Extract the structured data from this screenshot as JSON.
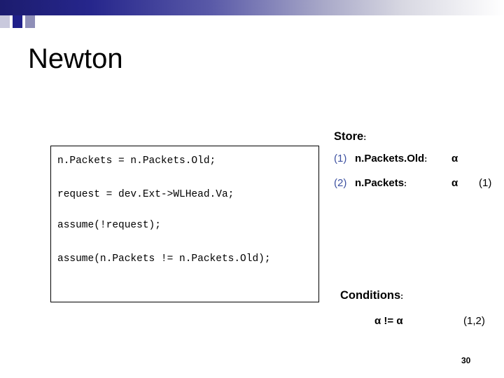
{
  "slide": {
    "title": "Newton",
    "page_number": "30"
  },
  "code_box": {
    "lines": [
      "n.Packets = n.Packets.Old;",
      "request = dev.Ext->WLHead.Va;",
      "assume(!request);",
      "assume(n.Packets != n.Packets.Old);"
    ]
  },
  "store": {
    "heading": "Store",
    "heading_colon": ":",
    "rows": [
      {
        "index": "(1)",
        "name": "n.Packets.Old",
        "name_colon": ":",
        "value_base": "α",
        "value_sub": "",
        "tag": ""
      },
      {
        "index": "(2)",
        "name": "n.Packets",
        "name_colon": ":",
        "value_base": "α",
        "value_sub": "",
        "tag": "(1)"
      }
    ]
  },
  "conditions": {
    "heading": "Conditions",
    "heading_colon": ":",
    "expression_left": "α",
    "expression_op": " != ",
    "expression_right": "α",
    "tag": "(1,2)"
  },
  "colors": {
    "index_blue": "#3c50a0",
    "bar_dark": "#20208a",
    "bar_light": "#c9c9dd",
    "bar_mid": "#8f8fb8"
  }
}
